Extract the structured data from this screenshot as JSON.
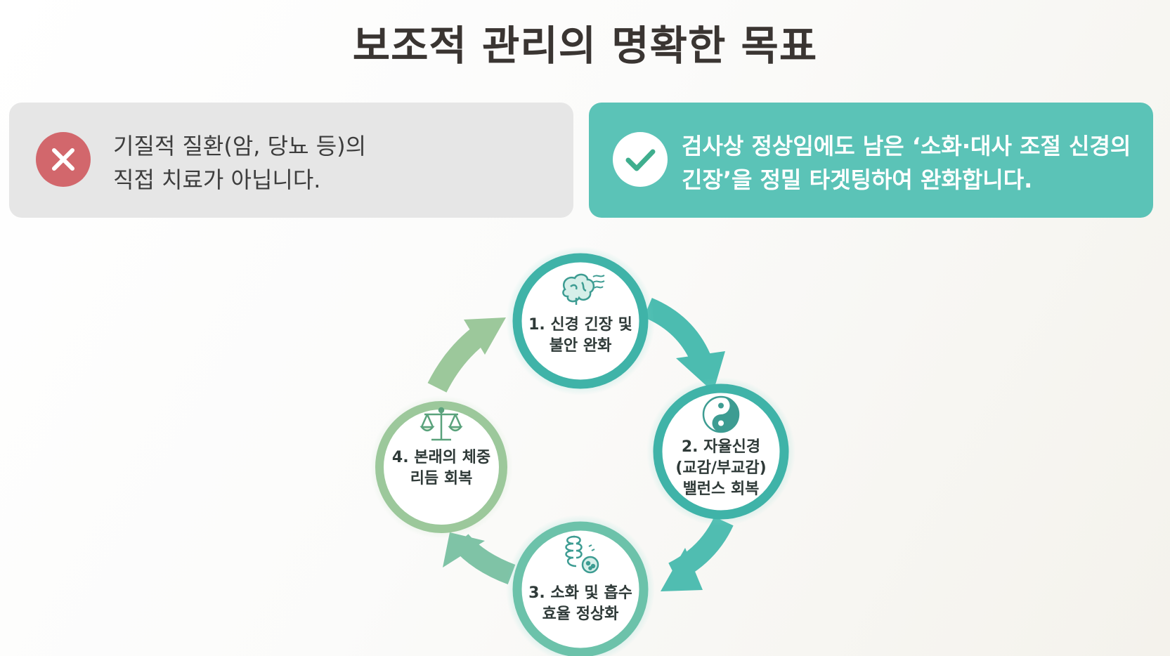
{
  "title": "보조적 관리의 명확한 목표",
  "not_card": {
    "icon": "x-icon",
    "lines": [
      "기질적 질환(암, 당뇨 등)의",
      "직접 치료가 아닙니다."
    ],
    "color": "#e6e6e6",
    "icon_color": "#d2676c"
  },
  "goal_card": {
    "icon": "check-icon",
    "lines": [
      "검사상 정상임에도 남은 ‘소화·대사 조절 신경의",
      "긴장’을 정밀 타겟팅하여 완화합니다."
    ],
    "color": "#5bc3b7"
  },
  "cycle": [
    {
      "icon": "brain-icon",
      "lines": [
        "1. 신경 긴장 및",
        "불안 완화"
      ]
    },
    {
      "icon": "yin-yang-icon",
      "lines": [
        "2. 자율신경",
        "(교감/부교감)",
        "밸런스 회복"
      ]
    },
    {
      "icon": "intestine-icon",
      "lines": [
        "3. 소화 및 흡수",
        "효율 정상화"
      ]
    },
    {
      "icon": "scale-icon",
      "lines": [
        "4. 본래의 체중",
        "리듬 회복"
      ]
    }
  ],
  "colors": {
    "teal": "#4cbcb0",
    "green": "#8fc196",
    "title": "#3a3532"
  }
}
